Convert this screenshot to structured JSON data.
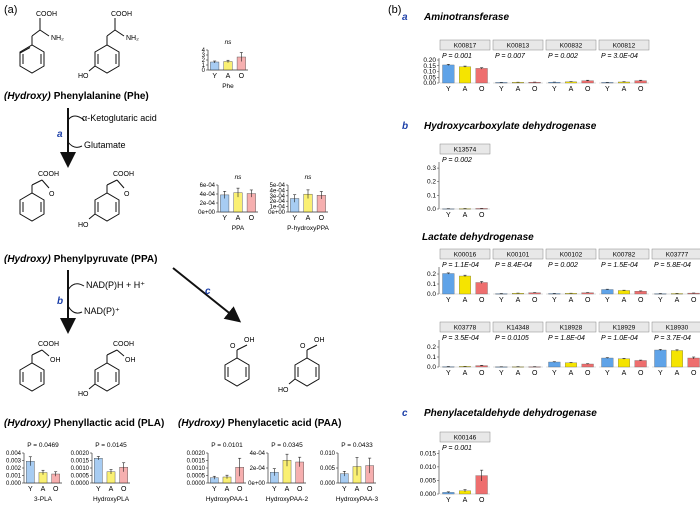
{
  "panels": {
    "a_label": "(a)",
    "b_label": "(b)"
  },
  "pathway": {
    "phe_label": "Phenylalanine (Phe)",
    "hydroxy_prefix": "(Hydroxy)",
    "step_a_letter": "a",
    "step_a_substrate": "α-Ketoglutaric acid",
    "step_a_product": "Glutamate",
    "ppa_label": "Phenylpyruvate (PPA)",
    "step_b_letter": "b",
    "step_b_cofactor_in": "NAD(P)H + H⁺",
    "step_b_cofactor_out": "NAD(P)⁺",
    "step_c_letter": "c",
    "pla_label": "Phenyllactic acid (PLA)",
    "paa_label": "Phenylacetic acid (PAA)"
  },
  "group_letters": [
    "Y",
    "A",
    "O"
  ],
  "colors": {
    "Y": "#5fa3e8",
    "A": "#f5e400",
    "O": "#ee6e6e",
    "section_letter": "#1c3fa8",
    "box_fill": "#e8e8e8",
    "box_stroke": "#888888"
  },
  "chart_data": [
    {
      "id": "phe",
      "type": "bar",
      "title": "ns",
      "xlabel": "Phe",
      "ylim": [
        0,
        4
      ],
      "yticks": [
        "0",
        "1",
        "2",
        "3",
        "4"
      ],
      "values": [
        1.6,
        1.7,
        2.6
      ],
      "errors": [
        0.2,
        0.25,
        0.9
      ]
    },
    {
      "id": "ppa",
      "type": "bar",
      "title": "ns",
      "xlabel": "PPA",
      "ylim": [
        0,
        0.0006
      ],
      "yticks": [
        "0e+00",
        "2e-04",
        "4e-04",
        "6e-04"
      ],
      "values": [
        0.00038,
        0.00043,
        0.00041
      ],
      "errors": [
        8e-05,
        0.0001,
        8e-05
      ]
    },
    {
      "id": "ohppa",
      "type": "bar",
      "title": "ns",
      "xlabel": "P-hydroxyPPA",
      "ylim": [
        0,
        0.0005
      ],
      "yticks": [
        "0e+00",
        "1e-04",
        "2e-04",
        "3e-04",
        "4e-04",
        "5e-04"
      ],
      "values": [
        0.00025,
        0.00033,
        0.00031
      ],
      "errors": [
        7e-05,
        8e-05,
        7e-05
      ]
    },
    {
      "id": "pla3",
      "type": "bar",
      "title": "P = 0.0469",
      "xlabel": "3-PLA",
      "ylim": [
        0,
        0.004
      ],
      "yticks": [
        "0.000",
        "0.001",
        "0.002",
        "0.003",
        "0.004"
      ],
      "values": [
        0.0029,
        0.0014,
        0.0012
      ],
      "errors": [
        0.0006,
        0.0003,
        0.0003
      ]
    },
    {
      "id": "hpla",
      "type": "bar",
      "title": "P = 0.0145",
      "xlabel": "HydroxyPLA",
      "ylim": [
        0,
        0.002
      ],
      "yticks": [
        "0.0000",
        "0.0005",
        "0.0010",
        "0.0015",
        "0.0020"
      ],
      "values": [
        0.00165,
        0.00075,
        0.00105
      ],
      "errors": [
        0.00012,
        0.00015,
        0.0003
      ]
    },
    {
      "id": "hpaa1",
      "type": "bar",
      "title": "P = 0.0101",
      "xlabel": "HydroxyPAA-1",
      "ylim": [
        0,
        0.002
      ],
      "yticks": [
        "0.0000",
        "0.0005",
        "0.0010",
        "0.0015",
        "0.0020"
      ],
      "values": [
        0.00035,
        0.0004,
        0.00105
      ],
      "errors": [
        0.0001,
        0.00012,
        0.0006
      ]
    },
    {
      "id": "hpaa2",
      "type": "bar",
      "title": "P = 0.0345",
      "xlabel": "HydroxyPAA-2",
      "ylim": [
        0,
        0.0005
      ],
      "yticks": [
        "0e+00",
        "2e-04",
        "4e-04"
      ],
      "values": [
        0.00018,
        0.00038,
        0.00035
      ],
      "errors": [
        6e-05,
        0.0001,
        8e-05
      ]
    },
    {
      "id": "hpaa3",
      "type": "bar",
      "title": "P = 0.0433",
      "xlabel": "HydroxyPAA-3",
      "ylim": [
        0,
        0.01
      ],
      "yticks": [
        "0.000",
        "0.005",
        "0.010"
      ],
      "values": [
        0.0031,
        0.0055,
        0.0058
      ],
      "errors": [
        0.0008,
        0.003,
        0.0025
      ]
    }
  ],
  "enzymes": {
    "a": {
      "letter": "a",
      "title": "Aminotransferase",
      "yticks": [
        "0.00",
        "0.05",
        "0.10",
        "0.15",
        "0.20"
      ],
      "ymax": 0.2,
      "facets": [
        {
          "k": "K00817",
          "p": "P = 0.001",
          "values": [
            0.157,
            0.142,
            0.127
          ],
          "errors": [
            0.005,
            0.005,
            0.006
          ]
        },
        {
          "k": "K00813",
          "p": "P = 0.007",
          "values": [
            0.005,
            0.006,
            0.007
          ],
          "errors": [
            0.001,
            0.001,
            0.001
          ]
        },
        {
          "k": "K00832",
          "p": "P = 0.002",
          "values": [
            0.007,
            0.01,
            0.02
          ],
          "errors": [
            0.001,
            0.002,
            0.004
          ]
        },
        {
          "k": "K00812",
          "p": "P = 3.0E-04",
          "values": [
            0.005,
            0.009,
            0.02
          ],
          "errors": [
            0.001,
            0.002,
            0.004
          ]
        }
      ]
    },
    "b1": {
      "letter": "b",
      "title": "Hydroxycarboxylate dehydrogenase",
      "yticks": [
        "0.0",
        "0.1",
        "0.2",
        "0.3"
      ],
      "ymax": 0.33,
      "facets": [
        {
          "k": "K13574",
          "p": "P = 0.002",
          "values": [
            0.002,
            0.003,
            0.004
          ],
          "errors": [
            0.0005,
            0.0005,
            0.0008
          ]
        }
      ]
    },
    "b2": {
      "title": "Lactate dehydrogenase",
      "yticks": [
        "0.0",
        "0.1",
        "0.2"
      ],
      "ymax": 0.25,
      "facets": [
        {
          "k": "K00016",
          "p": "P = 1.1E-04",
          "values": [
            0.205,
            0.18,
            0.115
          ],
          "errors": [
            0.006,
            0.008,
            0.01
          ]
        },
        {
          "k": "K00101",
          "p": "P = 8.4E-04",
          "values": [
            0.004,
            0.008,
            0.012
          ],
          "errors": [
            0.001,
            0.001,
            0.002
          ]
        },
        {
          "k": "K00102",
          "p": "P = 0.002",
          "values": [
            0.005,
            0.007,
            0.012
          ],
          "errors": [
            0.001,
            0.001,
            0.002
          ]
        },
        {
          "k": "K00782",
          "p": "P = 1.5E-04",
          "values": [
            0.045,
            0.035,
            0.028
          ],
          "errors": [
            0.003,
            0.003,
            0.003
          ]
        },
        {
          "k": "K03777",
          "p": "P = 5.8E-04",
          "values": [
            0.004,
            0.005,
            0.009
          ],
          "errors": [
            0.001,
            0.001,
            0.001
          ]
        },
        {
          "k": "K03778",
          "p": "P = 3.5E-04",
          "values": [
            0.004,
            0.006,
            0.014
          ],
          "errors": [
            0.001,
            0.001,
            0.003
          ]
        },
        {
          "k": "K14348",
          "p": "P = 0.0105",
          "values": [
            0.002,
            0.003,
            0.003
          ],
          "errors": [
            0.0005,
            0.0005,
            0.0005
          ]
        },
        {
          "k": "K18928",
          "p": "P = 1.8E-04",
          "values": [
            0.05,
            0.042,
            0.03
          ],
          "errors": [
            0.003,
            0.003,
            0.003
          ]
        },
        {
          "k": "K18929",
          "p": "P = 1.0E-04",
          "values": [
            0.09,
            0.082,
            0.065
          ],
          "errors": [
            0.004,
            0.004,
            0.004
          ]
        },
        {
          "k": "K18930",
          "p": "P = 3.7E-04",
          "values": [
            0.17,
            0.165,
            0.09
          ],
          "errors": [
            0.006,
            0.007,
            0.01
          ]
        }
      ]
    },
    "c": {
      "letter": "c",
      "title": "Phenylacetaldehyde dehydrogenase",
      "yticks": [
        "0.000",
        "0.005",
        "0.010",
        "0.015"
      ],
      "ymax": 0.0155,
      "facets": [
        {
          "k": "K00146",
          "p": "P = 0.001",
          "values": [
            0.0006,
            0.0012,
            0.0068
          ],
          "errors": [
            0.0002,
            0.0004,
            0.002
          ]
        }
      ]
    }
  }
}
